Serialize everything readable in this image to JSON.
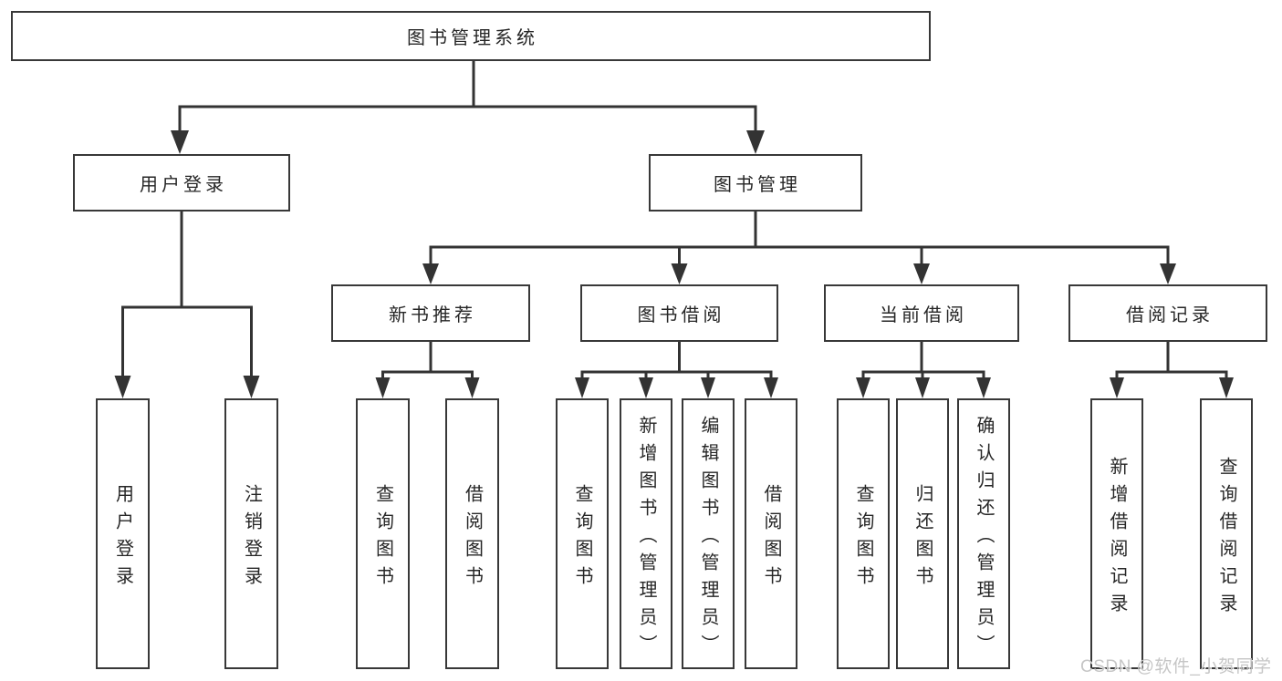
{
  "diagram": {
    "title": "图书管理系统",
    "branches": [
      {
        "label": "用户登录",
        "children": [
          {
            "label": "用户登录"
          },
          {
            "label": "注销登录"
          }
        ]
      },
      {
        "label": "图书管理",
        "children": [
          {
            "label": "新书推荐",
            "children": [
              {
                "label": "查询图书"
              },
              {
                "label": "借阅图书"
              }
            ]
          },
          {
            "label": "图书借阅",
            "children": [
              {
                "label": "查询图书"
              },
              {
                "label": "新增图书（管理员）"
              },
              {
                "label": "编辑图书（管理员）"
              },
              {
                "label": "借阅图书"
              }
            ]
          },
          {
            "label": "当前借阅",
            "children": [
              {
                "label": "查询图书"
              },
              {
                "label": "归还图书"
              },
              {
                "label": "确认归还（管理员）"
              }
            ]
          },
          {
            "label": "借阅记录",
            "children": [
              {
                "label": "新增借阅记录"
              },
              {
                "label": "查询借阅记录"
              }
            ]
          }
        ]
      }
    ]
  },
  "watermark": "CSDN @软件_小贺同学",
  "colors": {
    "line": "#333333",
    "box_border": "#383838",
    "text": "#262626",
    "watermark": "#c6c6c6",
    "background": "#ffffff"
  }
}
